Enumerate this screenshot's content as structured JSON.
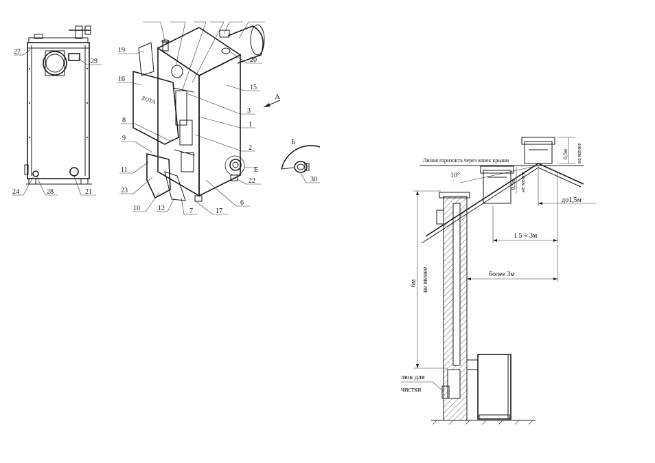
{
  "left_view": {
    "callouts": [
      "27",
      "29",
      "24",
      "28",
      "21"
    ]
  },
  "main_view": {
    "callouts": [
      "19",
      "16",
      "8",
      "9",
      "11",
      "23",
      "10",
      "12",
      "7",
      "17",
      "6",
      "22",
      "20",
      "15",
      "3",
      "1",
      "2"
    ],
    "direction_label": "А",
    "section_label": "Б",
    "door_brand": "ZOTA"
  },
  "detail_view": {
    "title": "Б",
    "callout": "30"
  },
  "chimney": {
    "horizon_line": "Линия горизонта через конек крыши",
    "angle": "10°",
    "height_top": "0,5м",
    "height_top_note": "не менее",
    "height_mid": "0,5м",
    "height_mid_note": "не менее",
    "dist_ridge": "до1,5м",
    "dist_range": "1.5 ÷ 3м",
    "dist_far": "более 3м",
    "height_total": "6м",
    "height_total_note": "не менее",
    "cleaning_hatch_line1": "люк для",
    "cleaning_hatch_line2": "чистки"
  }
}
